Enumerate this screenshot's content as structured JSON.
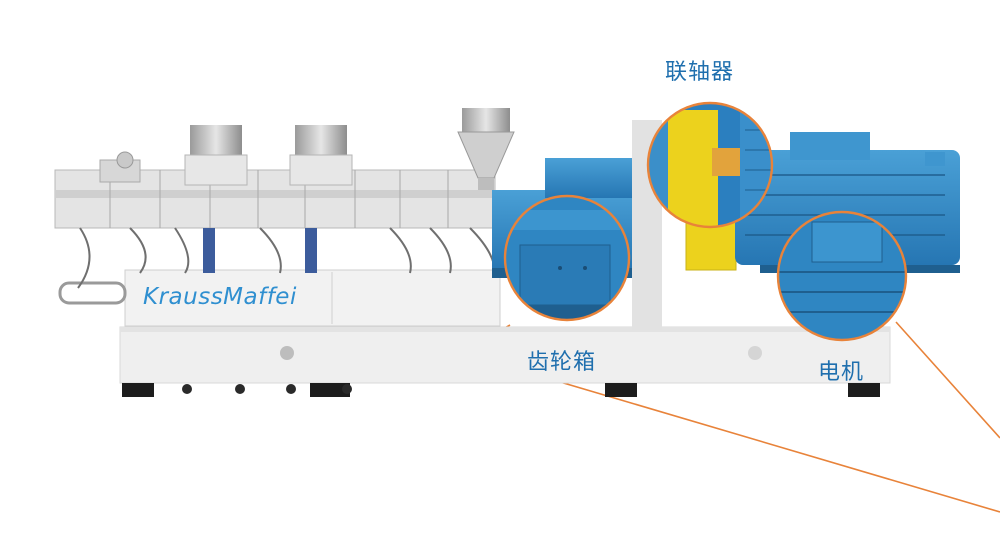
{
  "machine": {
    "brand": "KraussMaffei"
  },
  "callouts": {
    "coupling": "联轴器",
    "gearbox": "齿轮箱",
    "motor": "电机"
  },
  "colors": {
    "accent_orange": "#e8833a",
    "motor_blue": "#2f86c2",
    "coupling_yellow": "#ecd21d",
    "frame_grey": "#eeeeee",
    "label_blue": "#1f6fae"
  }
}
